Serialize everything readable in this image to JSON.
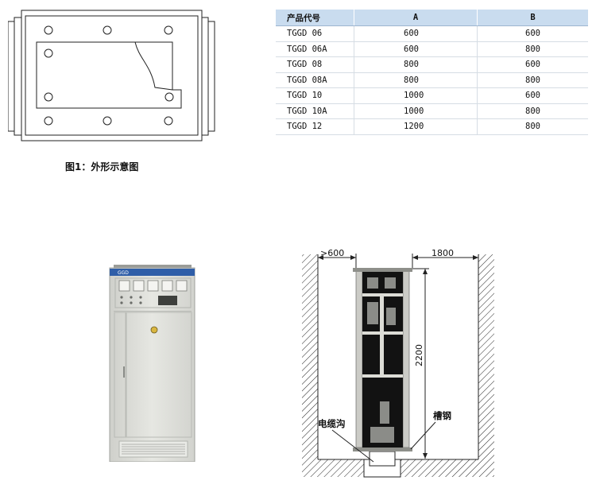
{
  "caption": "图1：外形示意图",
  "table": {
    "headers": [
      "产品代号",
      "A",
      "B"
    ],
    "rows": [
      {
        "code": "TGGD 06",
        "a": "600",
        "b": "600"
      },
      {
        "code": "TGGD 06A",
        "a": "600",
        "b": "800"
      },
      {
        "code": "TGGD 08",
        "a": "800",
        "b": "600"
      },
      {
        "code": "TGGD 08A",
        "a": "800",
        "b": "800"
      },
      {
        "code": "TGGD 10",
        "a": "1000",
        "b": "600"
      },
      {
        "code": "TGGD 10A",
        "a": "1000",
        "b": "800"
      },
      {
        "code": "TGGD 12",
        "a": "1200",
        "b": "800"
      }
    ]
  },
  "photo": {
    "brand_label": "GGD"
  },
  "install": {
    "front_clearance": ">600",
    "rear_clearance": "1800",
    "height": "2200",
    "cable_trench_label": "电缆沟",
    "channel_steel_label": "槽钢"
  },
  "colors": {
    "table_header": "#c9dcef",
    "cabinet_body": "#e2e3de",
    "cabinet_top_band": "#2f5ea8"
  }
}
